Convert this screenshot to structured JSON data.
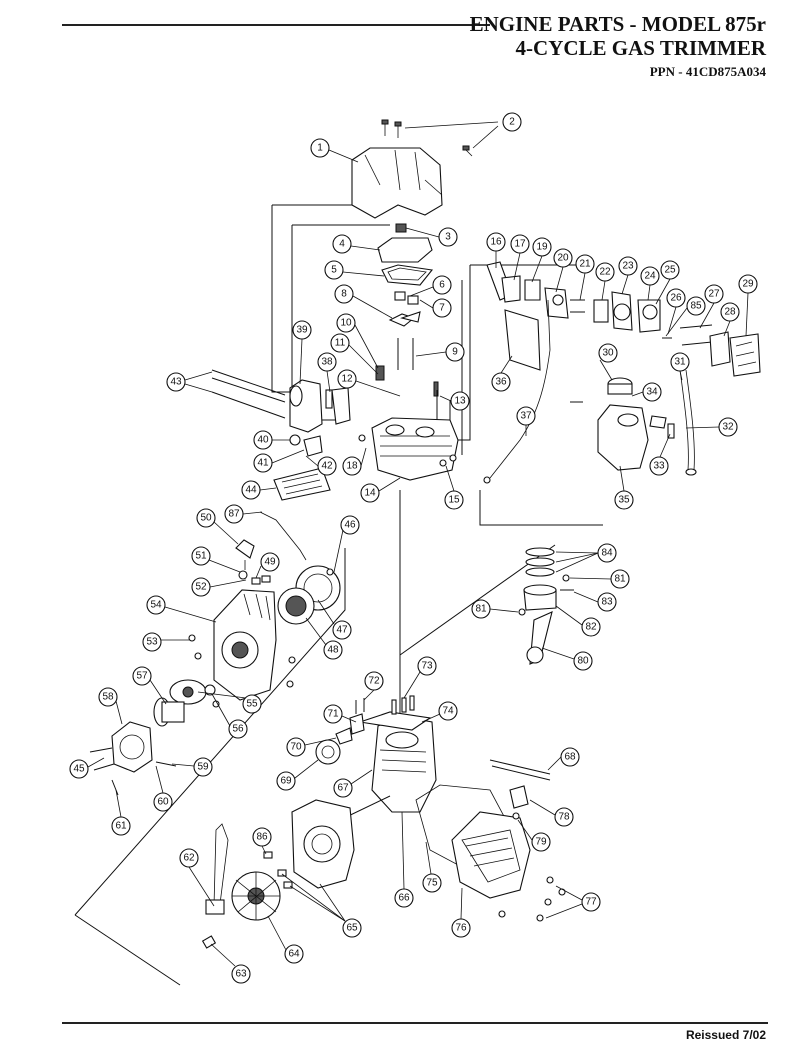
{
  "header": {
    "title_line1": "ENGINE PARTS - MODEL 875r",
    "title_line2": "4-CYCLE GAS TRIMMER",
    "ppn": "PPN - 41CD875A034"
  },
  "footer": {
    "reissue": "Reissued 7/02"
  },
  "callouts": [
    "1",
    "2",
    "3",
    "4",
    "5",
    "6",
    "7",
    "8",
    "9",
    "10",
    "11",
    "12",
    "13",
    "14",
    "15",
    "16",
    "17",
    "18",
    "19",
    "20",
    "21",
    "22",
    "23",
    "24",
    "25",
    "26",
    "27",
    "28",
    "29",
    "30",
    "31",
    "32",
    "33",
    "34",
    "35",
    "36",
    "37",
    "38",
    "39",
    "40",
    "41",
    "42",
    "43",
    "44",
    "45",
    "49",
    "50",
    "51",
    "52",
    "53",
    "54",
    "55",
    "56",
    "57",
    "58",
    "59",
    "60",
    "61",
    "62",
    "63",
    "64",
    "65",
    "66",
    "67",
    "68",
    "69",
    "70",
    "71",
    "72",
    "73",
    "74",
    "75",
    "76",
    "77",
    "78",
    "79",
    "80",
    "81",
    "81",
    "82",
    "83",
    "84",
    "85",
    "86",
    "87",
    "46",
    "47",
    "48"
  ]
}
